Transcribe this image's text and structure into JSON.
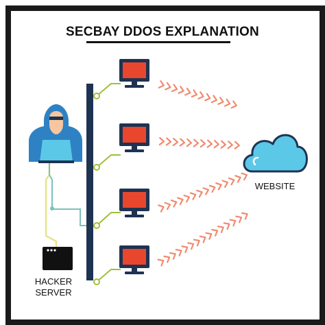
{
  "title": "SECBAY DDOS EXPLANATION",
  "labels": {
    "website": "WEBSITE",
    "hacker_server_line1": "HACKER",
    "hacker_server_line2": "SERVER"
  },
  "nodes": {
    "hacker": "hooded-hacker-icon",
    "hacker_server": "server-terminal-icon",
    "network_bus": "network-bus",
    "bots": [
      "monitor-icon",
      "monitor-icon",
      "monitor-icon",
      "monitor-icon"
    ],
    "target": "cloud-icon"
  },
  "colors": {
    "border": "#1a1a1a",
    "bus": "#1e3352",
    "monitor_frame": "#1e3352",
    "monitor_screen": "#e8472e",
    "arrows": "#f08a6e",
    "cloud": "#5bc8e8",
    "cloud_outline": "#1e3352",
    "hoodie": "#2e82c4",
    "wire_green": "#9fbf3a",
    "wire_teal": "#7cc2b8",
    "server": "#111111"
  }
}
